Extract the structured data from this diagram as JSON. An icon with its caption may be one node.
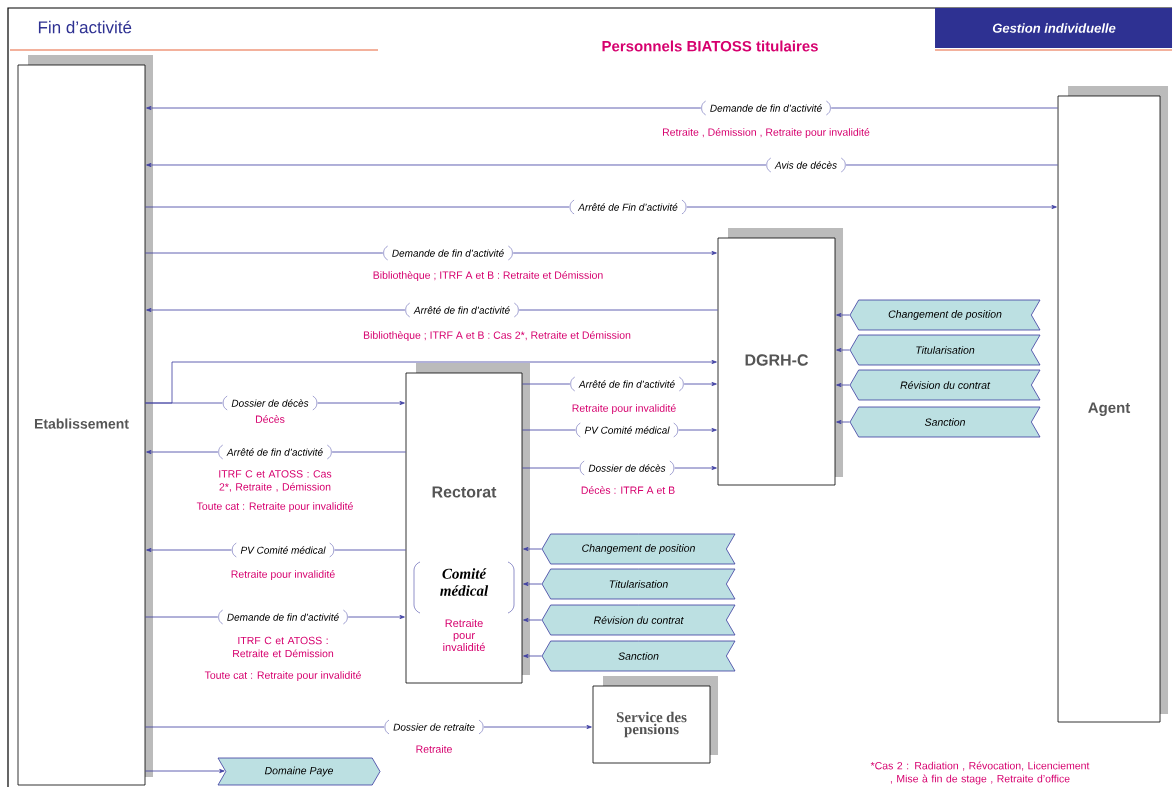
{
  "diagram": {
    "title": "Fin d’activité",
    "nodes": [
      {
        "text": [
          "Etablissement"
        ]
      },
      {
        "text": [
          "Agent"
        ]
      },
      {
        "text": [
          "DGRH-C"
        ]
      },
      {
        "text": [
          "Rectorat",
          "Comité médical",
          "Retraite pour invalidité"
        ]
      },
      {
        "text": [
          "Service des pensions"
        ]
      },
      {
        "text": [
          "Domaine Paye"
        ]
      },
      {
        "text": [
          "Changement de position"
        ]
      },
      {
        "text": [
          "Titularisation"
        ]
      },
      {
        "text": [
          "Révision du contrat"
        ]
      },
      {
        "text": [
          "Sanction"
        ]
      },
      {
        "text": [
          "Changement de position"
        ]
      },
      {
        "text": [
          "Titularisation"
        ]
      },
      {
        "text": [
          "Révision du contrat"
        ]
      },
      {
        "text": [
          "Sanction"
        ]
      }
    ],
    "edges": [
      {
        "from": 1,
        "to": 0,
        "arrow": "to",
        "label": "Demande de fin d’activité"
      },
      {
        "from": 1,
        "to": 0,
        "arrow": "to",
        "label": "Avis de décès"
      },
      {
        "from": 0,
        "to": 1,
        "arrow": "to",
        "label": "Arrêté de Fin d’activité"
      },
      {
        "from": 0,
        "to": 2,
        "arrow": "to",
        "label": "Demande de fin d’activité"
      },
      {
        "from": 2,
        "to": 0,
        "arrow": "to",
        "label": "Arrêté de fin d’activité"
      },
      {
        "from": 0,
        "to": 3,
        "arrow": "to",
        "label": "Dossier de décès"
      },
      {
        "from": 0,
        "to": 2,
        "arrow": "to"
      },
      {
        "from": 3,
        "to": 2,
        "arrow": "to",
        "label": "Arrêté de fin d’activité"
      },
      {
        "from": 3,
        "to": 2,
        "arrow": "to",
        "label": "PV Comité médical"
      },
      {
        "from": 3,
        "to": 2,
        "arrow": "to",
        "label": "Dossier de décès"
      },
      {
        "from": 3,
        "to": 0,
        "arrow": "to",
        "label": "Arrêté de fin d’activité"
      },
      {
        "from": 3,
        "to": 0,
        "arrow": "to",
        "label": "PV Comité médical"
      },
      {
        "from": 0,
        "to": 3,
        "arrow": "to",
        "label": "Demande de fin d’activité"
      },
      {
        "from": 0,
        "to": 4,
        "arrow": "to",
        "label": "Dossier de retraite"
      },
      {
        "from": 0,
        "to": 5,
        "arrow": "to"
      },
      {
        "from": 6,
        "to": 2,
        "arrow": "to"
      },
      {
        "from": 7,
        "to": 2,
        "arrow": "to"
      },
      {
        "from": 8,
        "to": 2,
        "arrow": "to"
      },
      {
        "from": 9,
        "to": 2,
        "arrow": "to"
      },
      {
        "from": 10,
        "to": 3,
        "arrow": "to"
      },
      {
        "from": 11,
        "to": 3,
        "arrow": "to"
      },
      {
        "from": 12,
        "to": 3,
        "arrow": "to"
      },
      {
        "from": 13,
        "to": 3,
        "arrow": "to"
      }
    ],
    "labels": [
      "Gestion individuelle",
      "Personnels BIATOSS titulaires",
      "Retraite , Démission , Retraite pour invalidité",
      "Bibliothèque ; ITRF A et B : Retraite et Démission",
      "Bibliothèque ; ITRF A et B : Cas 2*, Retraite et Démission",
      "Retraite pour invalidité",
      "Décès",
      "ITRF C et ATOSS : Cas 2*, Retraite , Démission",
      "Décès : ITRF A et B",
      "Toute cat : Retraite pour invalidité",
      "Retraite pour invalidité",
      "ITRF C et ATOSS : Retraite et Démission",
      "Toute cat : Retraite pour invalidité",
      "Retraite",
      "*Cas 2 : Radiation , Révocation, Licenciement , Mise à fin de stage , Retraite d’office"
    ]
  }
}
